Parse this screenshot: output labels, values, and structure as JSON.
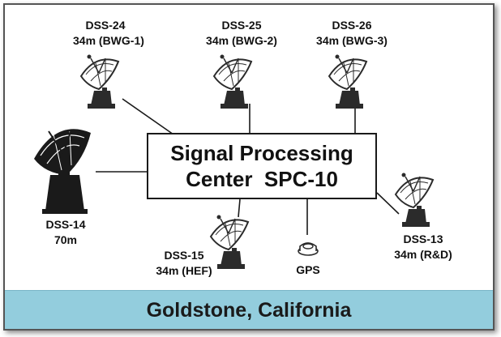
{
  "processing_center": {
    "line1": "Signal Processing",
    "line2": "Center  SPC-10"
  },
  "stations": [
    {
      "id": "DSS-24",
      "desc": "34m (BWG-1)"
    },
    {
      "id": "DSS-25",
      "desc": "34m (BWG-2)"
    },
    {
      "id": "DSS-26",
      "desc": "34m (BWG-3)"
    },
    {
      "id": "DSS-14",
      "desc": "70m"
    },
    {
      "id": "DSS-15",
      "desc": "34m (HEF)"
    },
    {
      "id": "DSS-13",
      "desc": "34m (R&D)"
    }
  ],
  "gps": {
    "label": "GPS"
  },
  "location": {
    "label": "Goldstone, California"
  },
  "colors": {
    "banner": "#93cddd",
    "antenna": "#2b2b2b",
    "line": "#1a1a1a"
  },
  "icons": {
    "antenna": "dish-antenna-icon",
    "large_antenna": "large-dish-antenna-icon",
    "gps": "gps-receiver-icon"
  }
}
